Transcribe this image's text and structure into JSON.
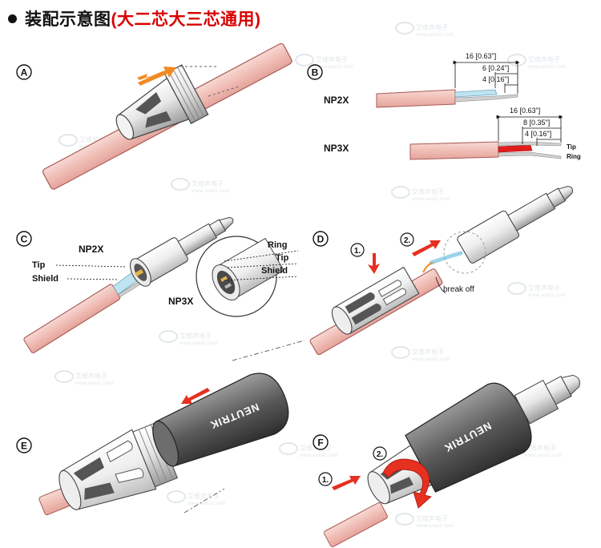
{
  "title": {
    "main": "装配示意图",
    "highlight": "(大二芯大三芯通用)"
  },
  "steps": {
    "a": "A",
    "b": "B",
    "c": "C",
    "d": "D",
    "e": "E",
    "f": "F"
  },
  "panel_b": {
    "np2x": "NP2X",
    "np3x": "NP3X",
    "dim_np2x": [
      "16 [0.63\"]",
      "6 [0.24\"]",
      "4 [0.16\"]"
    ],
    "dim_np3x": [
      "16 [0.63\"]",
      "8 [0.35\"]",
      "4 [0.16\"]"
    ],
    "tip": "Tip",
    "ring": "Ring"
  },
  "panel_c": {
    "np2x": "NP2X",
    "np3x": "NP3X",
    "tip_left": "Tip",
    "shield_left": "Shield",
    "ring": "Ring",
    "tip_right": "Tip",
    "shield_right": "Shield"
  },
  "panel_d": {
    "step1": "1.",
    "step2": "2.",
    "break_off": "break off"
  },
  "panel_e": {
    "brand": "NEUTRIK"
  },
  "panel_f": {
    "brand": "NEUTRIK",
    "step1": "1.",
    "step2": "2."
  },
  "watermark": {
    "text": "艾维声电子",
    "url": "www.avssz.com"
  },
  "colors": {
    "cable_pink": "#f2c4bd",
    "cable_edge": "#b25a55",
    "arrow_red": "#e63020",
    "arrow_orange": "#f08a24",
    "wire_red": "#e21d1d",
    "wire_blue": "#9bd3ea"
  }
}
